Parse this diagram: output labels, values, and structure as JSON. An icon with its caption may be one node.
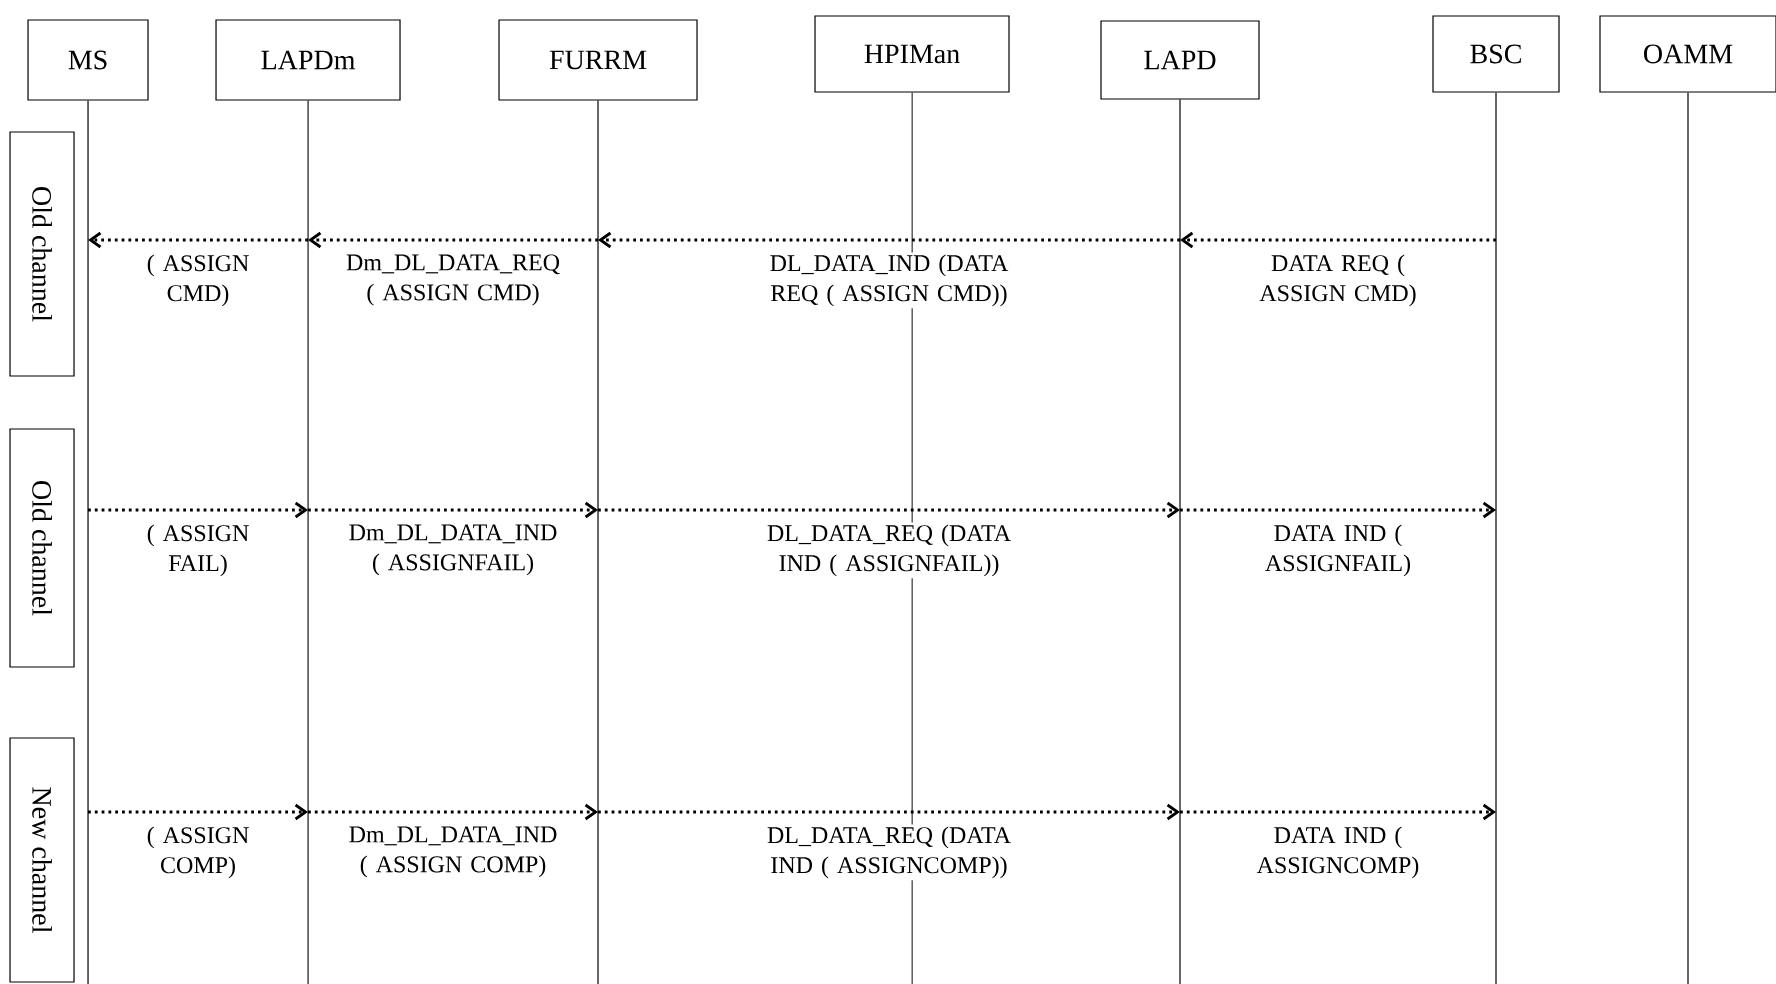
{
  "diagram": {
    "nodes": [
      {
        "text": [
          "MS"
        ]
      },
      {
        "text": [
          "LAPDm"
        ]
      },
      {
        "text": [
          "FURRM"
        ]
      },
      {
        "text": [
          "HPIMan"
        ]
      },
      {
        "text": [
          "LAPD"
        ]
      },
      {
        "text": [
          "BSC"
        ]
      },
      {
        "text": [
          "OAMM"
        ]
      },
      {
        "text": [
          "Old channel"
        ]
      },
      {
        "text": [
          "Old channel"
        ]
      },
      {
        "text": [
          "New channel"
        ]
      }
    ],
    "edges": [
      {
        "from": 1,
        "to": 0,
        "arrow": "to",
        "label": "( ASSIGN CMD)"
      },
      {
        "from": 2,
        "to": 1,
        "arrow": "to",
        "label": "Dm_DL_DATA_REQ ( ASSIGN CMD)"
      },
      {
        "from": 4,
        "to": 2,
        "arrow": "to",
        "label": "DL_DATA_IND (DATA REQ ( ASSIGN CMD))"
      },
      {
        "from": 5,
        "to": 4,
        "arrow": "to",
        "label": "DATA REQ ( ASSIGN CMD)"
      },
      {
        "from": 0,
        "to": 1,
        "arrow": "to",
        "label": "( ASSIGN FAIL)"
      },
      {
        "from": 1,
        "to": 2,
        "arrow": "to",
        "label": "Dm_DL_DATA_IND ( ASSIGNFAIL)"
      },
      {
        "from": 2,
        "to": 4,
        "arrow": "to",
        "label": "DL_DATA_REQ (DATA IND ( ASSIGNFAIL))"
      },
      {
        "from": 4,
        "to": 5,
        "arrow": "to",
        "label": "DATA IND ( ASSIGNFAIL)"
      },
      {
        "from": 0,
        "to": 1,
        "arrow": "to",
        "label": "( ASSIGN COMP)"
      },
      {
        "from": 1,
        "to": 2,
        "arrow": "to",
        "label": "Dm_DL_DATA_IND ( ASSIGN COMP)"
      },
      {
        "from": 2,
        "to": 4,
        "arrow": "to",
        "label": "DL_DATA_REQ (DATA IND ( ASSIGNCOMP))"
      },
      {
        "from": 4,
        "to": 5,
        "arrow": "to",
        "label": "DATA IND ( ASSIGNCOMP)"
      }
    ]
  }
}
